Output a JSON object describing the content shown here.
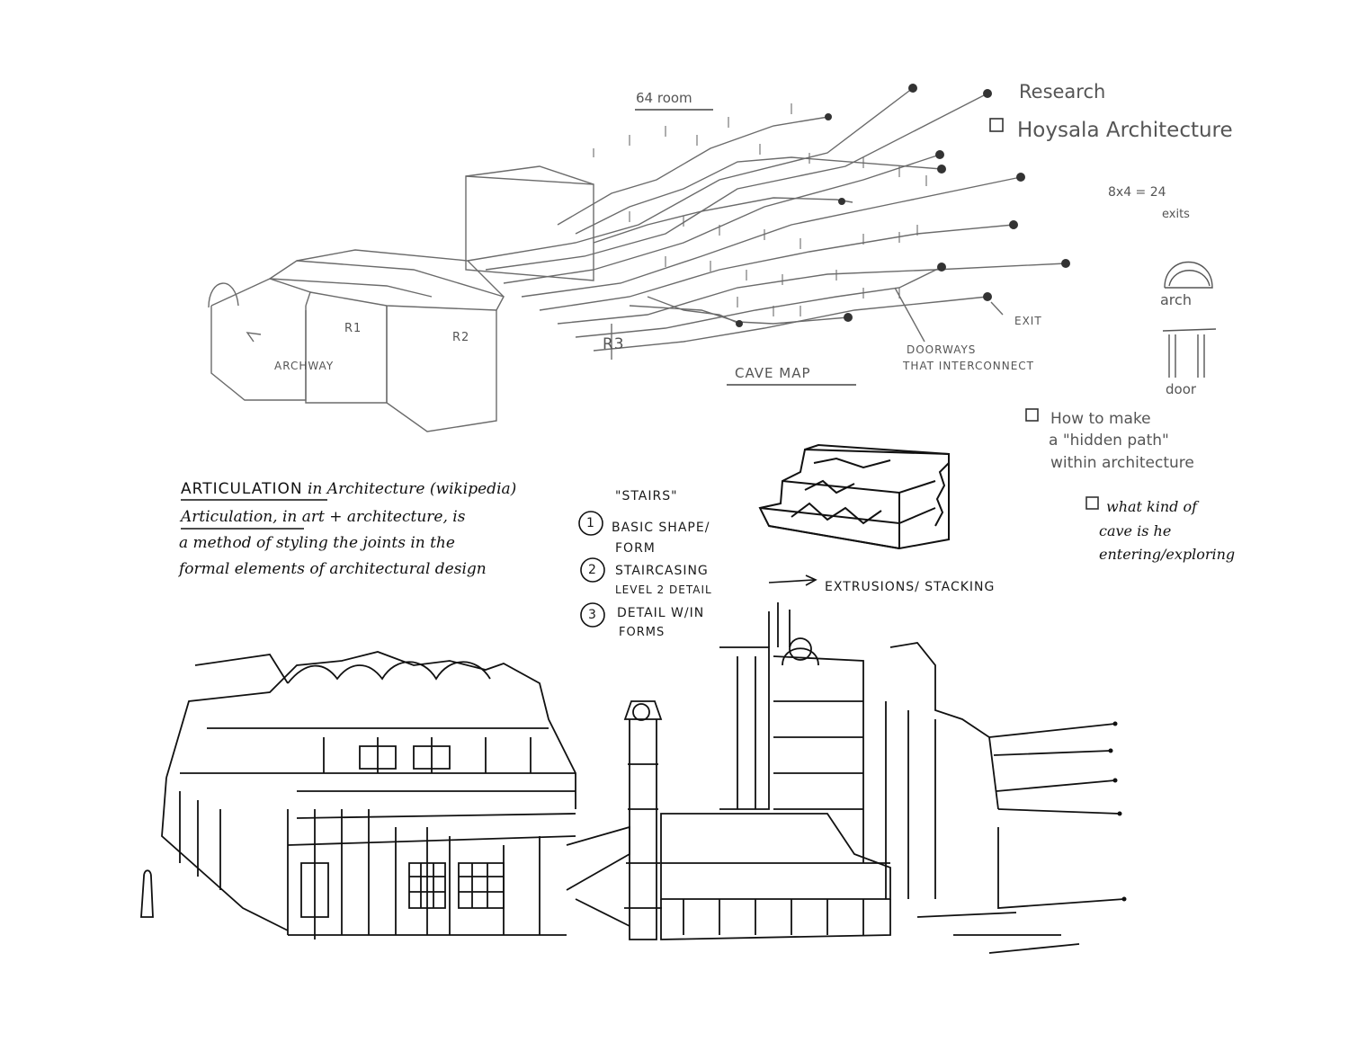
{
  "cave_map": {
    "room_note": "64 room",
    "title": "CAVE MAP",
    "archway": "ARCHWAY",
    "r1": "R1",
    "r2": "R2",
    "r3": "R3",
    "exit": "EXIT",
    "doorways_line1": "DOORWAYS",
    "doorways_line2": "THAT INTERCONNECT"
  },
  "research": {
    "heading": "Research",
    "item1": "Hoysala Architecture",
    "math_line1": "8x4 = 24",
    "math_line2": "exits",
    "arch_label": "arch",
    "door_label": "door",
    "item2_line1": "How to make",
    "item2_line2": "a \"hidden path\"",
    "item2_line3": "within architecture",
    "item3_line1": "what kind of",
    "item3_line2": "cave is he",
    "item3_line3": "entering/exploring"
  },
  "articulation": {
    "heading_term": "ARTICULATION",
    "heading_rest": "in Architecture (wikipedia)",
    "line1_term": "Articulation",
    "line1_rest": ", in art + architecture, is",
    "line2": "a method of styling the joints in the",
    "line3": "formal elements of architectural design"
  },
  "stairs": {
    "title": "\"STAIRS\"",
    "n1": "1",
    "step1_line1": "BASIC SHAPE/",
    "step1_line2": "FORM",
    "n2": "2",
    "step2_line1": "STAIRCASING",
    "step2_line2": "LEVEL 2 DETAIL",
    "n3": "3",
    "step3_line1": "DETAIL W/IN",
    "step3_line2": "FORMS",
    "arrow_target": "EXTRUSIONS/ STACKING"
  }
}
